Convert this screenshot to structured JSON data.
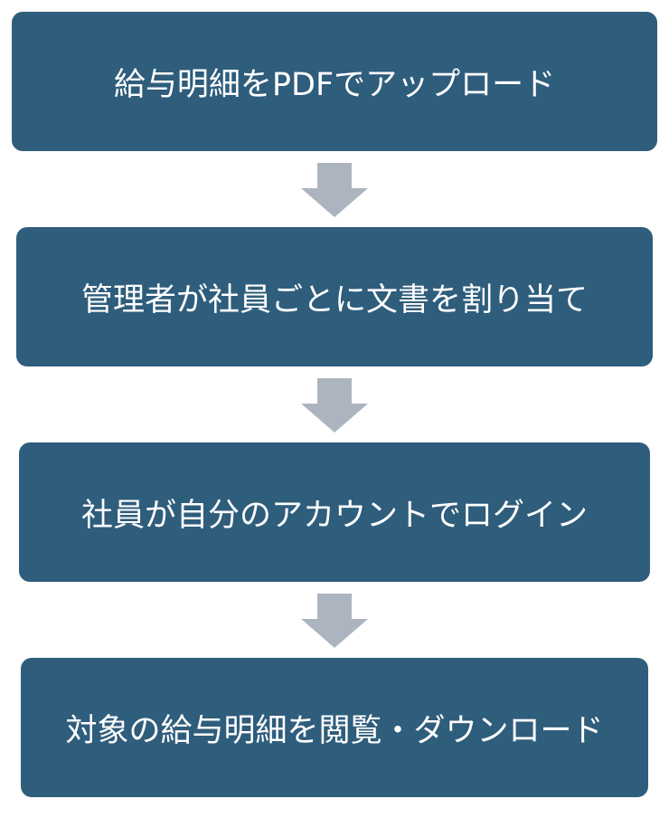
{
  "steps": [
    {
      "label": "給与明細をPDFでアップロード"
    },
    {
      "label": "管理者が社員ごとに文書を割り当て"
    },
    {
      "label": "社員が自分のアカウントでログイン"
    },
    {
      "label": "対象の給与明細を閲覧・ダウンロード"
    }
  ],
  "colors": {
    "box": "#2f5d7c",
    "text": "#ffffff",
    "arrow": "#acb5bf"
  }
}
